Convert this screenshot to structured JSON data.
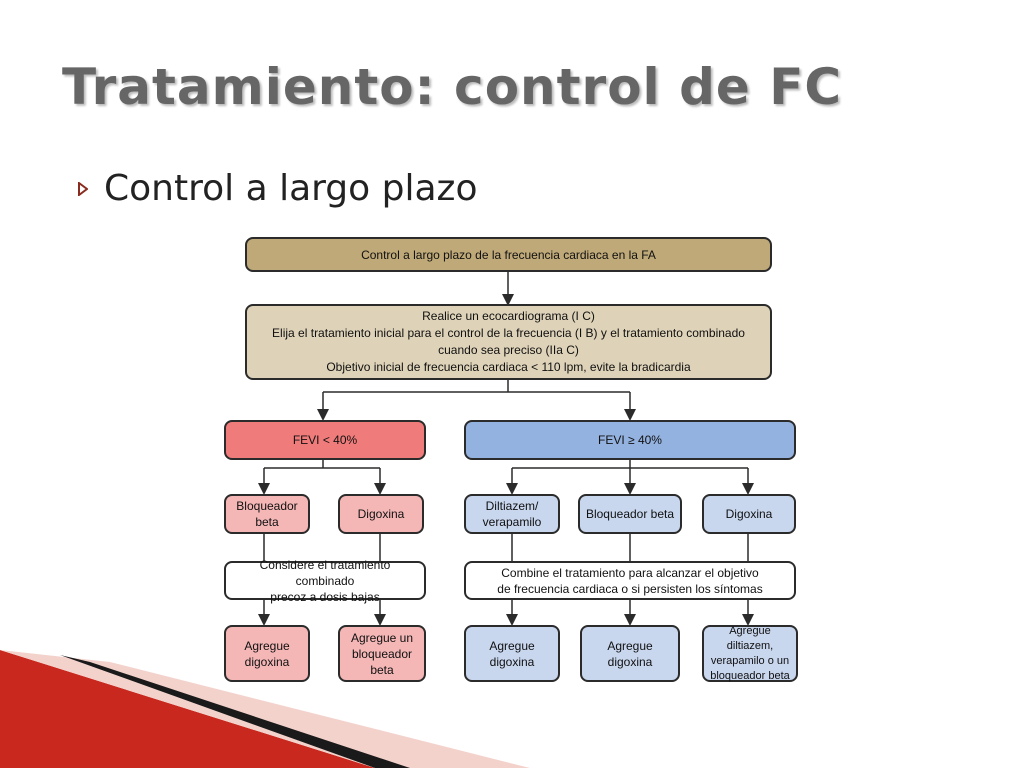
{
  "slide": {
    "title": "Tratamiento: control de FC",
    "bullet": "Control a largo plazo"
  },
  "flowchart": {
    "top": "Control a largo plazo de la frecuencia cardiaca en la FA",
    "initial": "Realice un ecocardiograma (I C)\nElija el tratamiento inicial para el control de la frecuencia (I B) y el tratamiento combinado\ncuando sea preciso (IIa C)\nObjetivo inicial de frecuencia cardiaca < 110 lpm, evite la bradicardia",
    "left": {
      "header": "FEVI < 40%",
      "options": [
        "Bloqueador\nbeta",
        "Digoxina"
      ],
      "combine": "Considere el tratamiento combinado\nprecoz a dosis bajas",
      "adds": [
        "Agregue\ndigoxina",
        "Agregue un\nbloqueador\nbeta"
      ]
    },
    "right": {
      "header": "FEVI ≥ 40%",
      "options": [
        "Diltiazem/\nverapamilo",
        "Bloqueador beta",
        "Digoxina"
      ],
      "combine": "Combine el tratamiento para alcanzar el objetivo\nde frecuencia cardiaca o si persisten los síntomas",
      "adds": [
        "Agregue\ndigoxina",
        "Agregue\ndigoxina",
        "Agregue diltiazem,\nverapamilo o un\nbloqueador beta"
      ]
    }
  },
  "colors": {
    "title": "#666666",
    "tan_dark": "#bfa978",
    "tan_light": "#ded2b8",
    "red_strong": "#f07b7b",
    "red_light": "#f5b6b6",
    "blue_strong": "#94b2e0",
    "blue_light": "#c8d6ee",
    "accent_red": "#c8281e"
  },
  "icons": {
    "bullet": "triangle-right-icon"
  }
}
